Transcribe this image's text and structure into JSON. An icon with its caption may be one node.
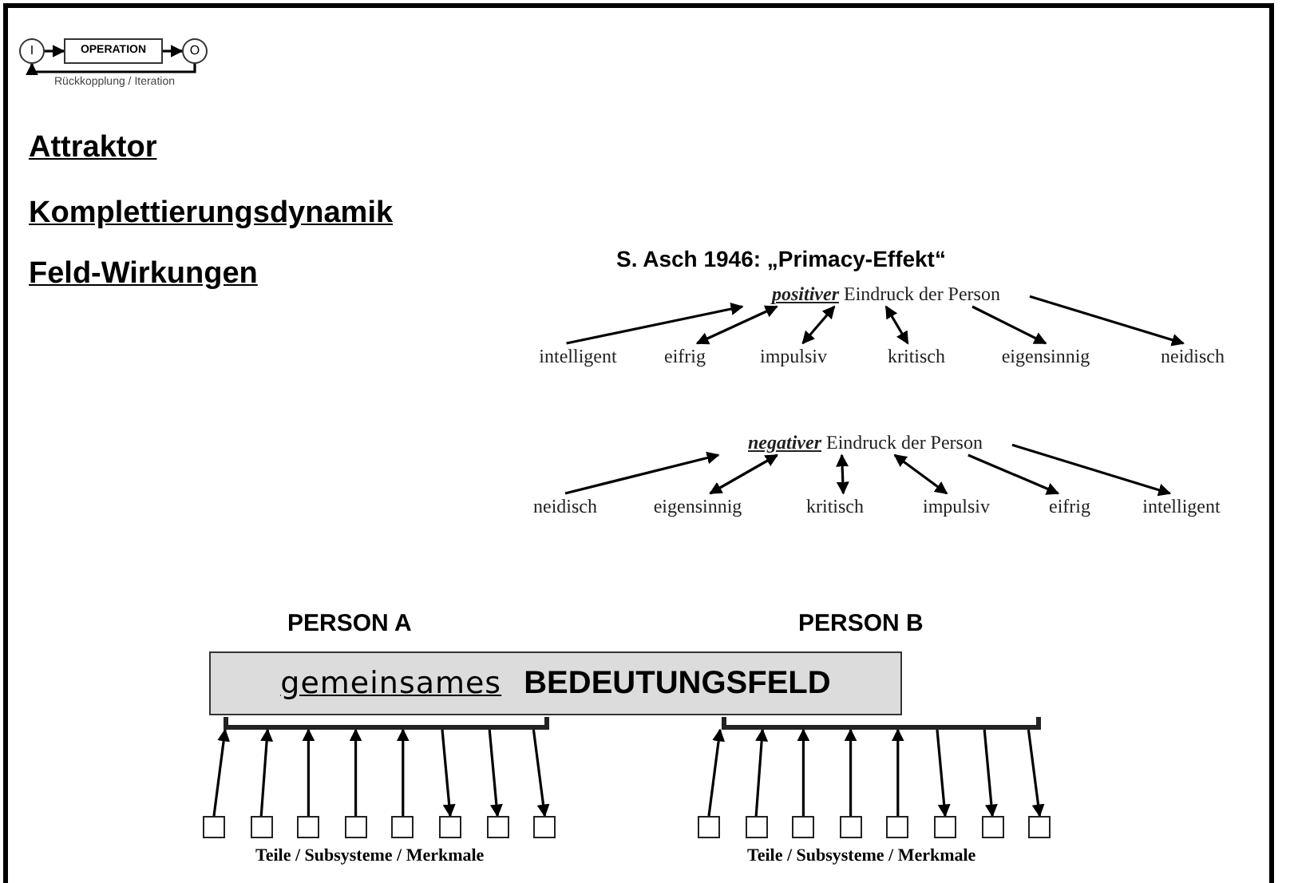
{
  "diagram": {
    "nodes": [
      {
        "text": [
          "I"
        ]
      },
      {
        "text": [
          "OPERATION"
        ]
      },
      {
        "text": [
          "O"
        ]
      },
      {
        "text": [
          "**positiver** Eindruck der Person"
        ]
      },
      {
        "text": [
          "intelligent"
        ]
      },
      {
        "text": [
          "eifrig"
        ]
      },
      {
        "text": [
          "impulsiv"
        ]
      },
      {
        "text": [
          "kritisch"
        ]
      },
      {
        "text": [
          "eigensinnig"
        ]
      },
      {
        "text": [
          "neidisch"
        ]
      },
      {
        "text": [
          "**negativer** Eindruck der Person"
        ]
      },
      {
        "text": [
          "neidisch"
        ]
      },
      {
        "text": [
          "eigensinnig"
        ]
      },
      {
        "text": [
          "kritisch"
        ]
      },
      {
        "text": [
          "impulsiv"
        ]
      },
      {
        "text": [
          "eifrig"
        ]
      },
      {
        "text": [
          "intelligent"
        ]
      },
      {
        "text": [
          "gemeinsames",
          "BEDEUTUNGSFELD"
        ]
      },
      {
        "text": [],
        "shape": "bar"
      },
      {
        "text": [],
        "shape": "bar"
      },
      {
        "text": [],
        "shape": "box"
      },
      {
        "text": [],
        "shape": "box"
      },
      {
        "text": [],
        "shape": "box"
      },
      {
        "text": [],
        "shape": "box"
      },
      {
        "text": [],
        "shape": "box"
      },
      {
        "text": [],
        "shape": "box"
      },
      {
        "text": [],
        "shape": "box"
      },
      {
        "text": [],
        "shape": "box"
      },
      {
        "text": [],
        "shape": "box"
      },
      {
        "text": [],
        "shape": "box"
      },
      {
        "text": [],
        "shape": "box"
      },
      {
        "text": [],
        "shape": "box"
      },
      {
        "text": [],
        "shape": "box"
      },
      {
        "text": [],
        "shape": "box"
      },
      {
        "text": [],
        "shape": "box"
      },
      {
        "text": [],
        "shape": "box"
      }
    ],
    "edges": [
      {
        "from": 0,
        "to": 1,
        "arrow": "to"
      },
      {
        "from": 1,
        "to": 2,
        "arrow": "to"
      },
      {
        "from": 2,
        "to": 0,
        "arrow": "to",
        "label": "Rückkopplung / Iteration"
      },
      {
        "from": 4,
        "to": 3,
        "arrow": "to"
      },
      {
        "from": 5,
        "to": 3,
        "arrow": "both"
      },
      {
        "from": 6,
        "to": 3,
        "arrow": "both"
      },
      {
        "from": 7,
        "to": 3,
        "arrow": "both"
      },
      {
        "from": 3,
        "to": 8,
        "arrow": "to"
      },
      {
        "from": 3,
        "to": 9,
        "arrow": "to"
      },
      {
        "from": 11,
        "to": 10,
        "arrow": "to"
      },
      {
        "from": 12,
        "to": 10,
        "arrow": "both"
      },
      {
        "from": 13,
        "to": 10,
        "arrow": "both"
      },
      {
        "from": 14,
        "to": 10,
        "arrow": "both"
      },
      {
        "from": 10,
        "to": 15,
        "arrow": "to"
      },
      {
        "from": 10,
        "to": 16,
        "arrow": "to"
      },
      {
        "from": 20,
        "to": 18,
        "arrow": "to"
      },
      {
        "from": 21,
        "to": 18,
        "arrow": "to"
      },
      {
        "from": 22,
        "to": 18,
        "arrow": "to"
      },
      {
        "from": 23,
        "to": 18,
        "arrow": "to"
      },
      {
        "from": 24,
        "to": 18,
        "arrow": "to"
      },
      {
        "from": 18,
        "to": 25,
        "arrow": "to"
      },
      {
        "from": 18,
        "to": 26,
        "arrow": "to"
      },
      {
        "from": 18,
        "to": 27,
        "arrow": "to"
      },
      {
        "from": 28,
        "to": 19,
        "arrow": "to"
      },
      {
        "from": 29,
        "to": 19,
        "arrow": "to"
      },
      {
        "from": 30,
        "to": 19,
        "arrow": "to"
      },
      {
        "from": 31,
        "to": 19,
        "arrow": "to"
      },
      {
        "from": 32,
        "to": 19,
        "arrow": "to"
      },
      {
        "from": 19,
        "to": 33,
        "arrow": "to"
      },
      {
        "from": 19,
        "to": 34,
        "arrow": "to"
      },
      {
        "from": 19,
        "to": 35,
        "arrow": "to"
      }
    ],
    "labels": [
      "Attraktor",
      "Komplettierungsdynamik",
      "Feld-Wirkungen",
      "S. Asch 1946: „Primacy-Effekt“",
      "PERSON A",
      "PERSON B",
      "Teile / Subsysteme / Merkmale",
      "Teile / Subsysteme / Merkmale"
    ]
  }
}
